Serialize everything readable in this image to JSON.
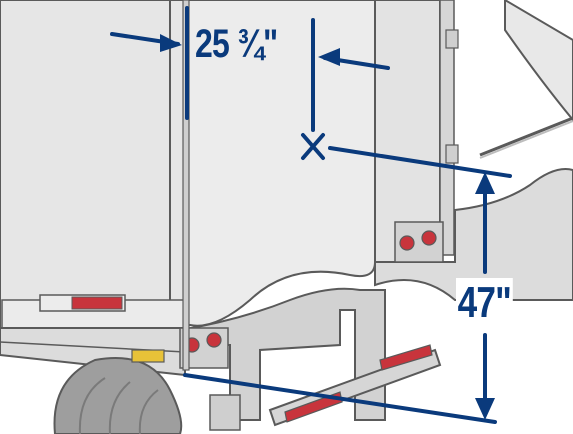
{
  "diagram": {
    "dimensions": [
      {
        "id": "offset",
        "label": "25 ¾\""
      },
      {
        "id": "height",
        "label": "47\""
      }
    ],
    "colors": {
      "line": "#0a3a7c",
      "panel": "#e6e6e6",
      "frame": "#d2d2d2",
      "outline": "#5a5a5a",
      "reflector_red": "#c8343c",
      "reflector_amber": "#e8c238"
    }
  }
}
